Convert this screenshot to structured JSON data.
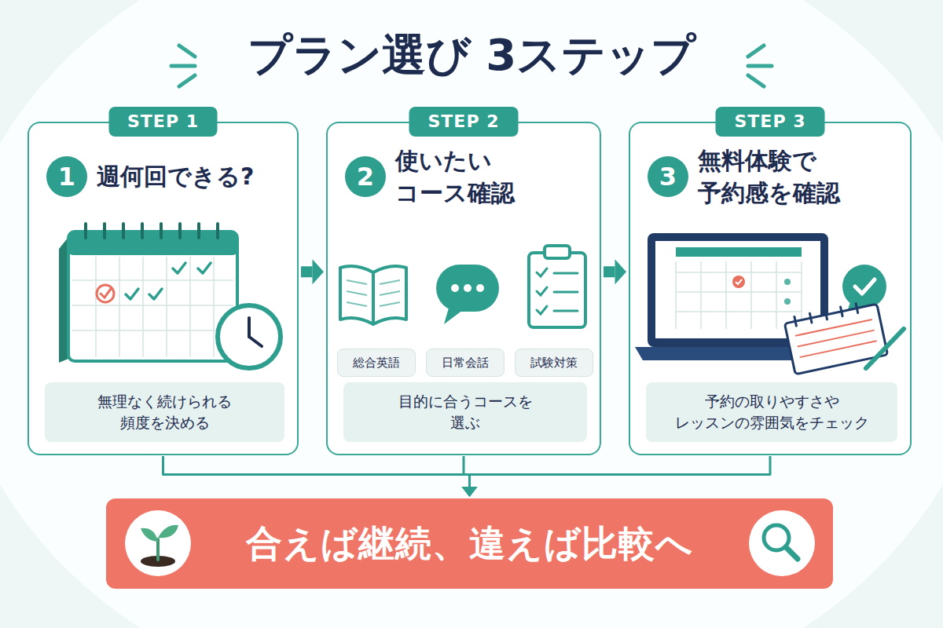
{
  "diagram": {
    "title": "プラン選び 3ステップ",
    "nodes": [
      {
        "text": [
          "STEP 1",
          "週何回できる?"
        ]
      },
      {
        "text": [
          "1"
        ],
        "in": 0
      },
      {
        "text": [
          "無理なく続けられる 頻度を決める"
        ],
        "in": 0
      },
      {
        "text": [
          "STEP 2",
          "使いたい コース確認"
        ]
      },
      {
        "text": [
          "2"
        ],
        "in": 3
      },
      {
        "text": [
          "総合英語"
        ],
        "in": 3
      },
      {
        "text": [
          "日常会話"
        ],
        "in": 3
      },
      {
        "text": [
          "試験対策"
        ],
        "in": 3
      },
      {
        "text": [
          "目的に合うコースを 選ぶ"
        ],
        "in": 3
      },
      {
        "text": [
          "STEP 3",
          "無料体験で 予約感を確認"
        ]
      },
      {
        "text": [
          "3"
        ],
        "in": 9
      },
      {
        "text": [
          "予約の取りやすさや レッスンの雰囲気をチェック"
        ],
        "in": 9
      },
      {
        "text": [
          "合えば継続、違えば比較へ"
        ]
      }
    ],
    "edges": [
      {
        "from": 0,
        "to": 3,
        "arrow": "to"
      },
      {
        "from": 3,
        "to": 9,
        "arrow": "to"
      },
      {
        "from": 0,
        "to": 12,
        "arrow": "to"
      },
      {
        "from": 3,
        "to": 12,
        "arrow": "to"
      },
      {
        "from": 9,
        "to": 12,
        "arrow": "to"
      }
    ]
  }
}
